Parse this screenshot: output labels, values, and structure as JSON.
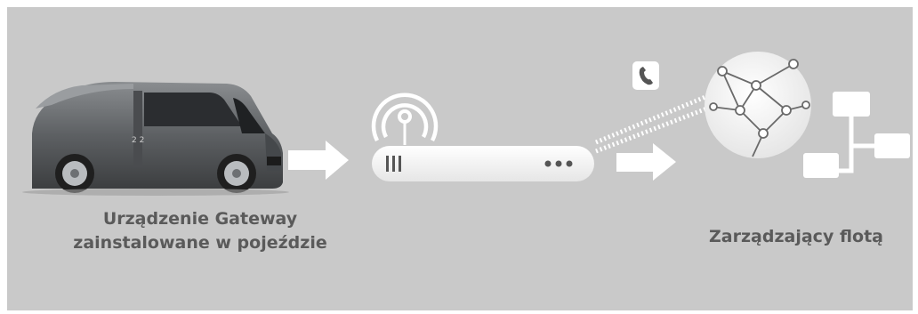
{
  "diagram": {
    "left_caption": {
      "line1": "Urządzenie Gateway",
      "line2": "zainstalowane w pojeździe"
    },
    "right_caption": "Zarządzający flotą",
    "icons": [
      "van-icon",
      "arrow-right-icon",
      "wifi-signal-icon",
      "gateway-device-icon",
      "phone-icon",
      "globe-network-icon",
      "org-chart-icon"
    ]
  }
}
